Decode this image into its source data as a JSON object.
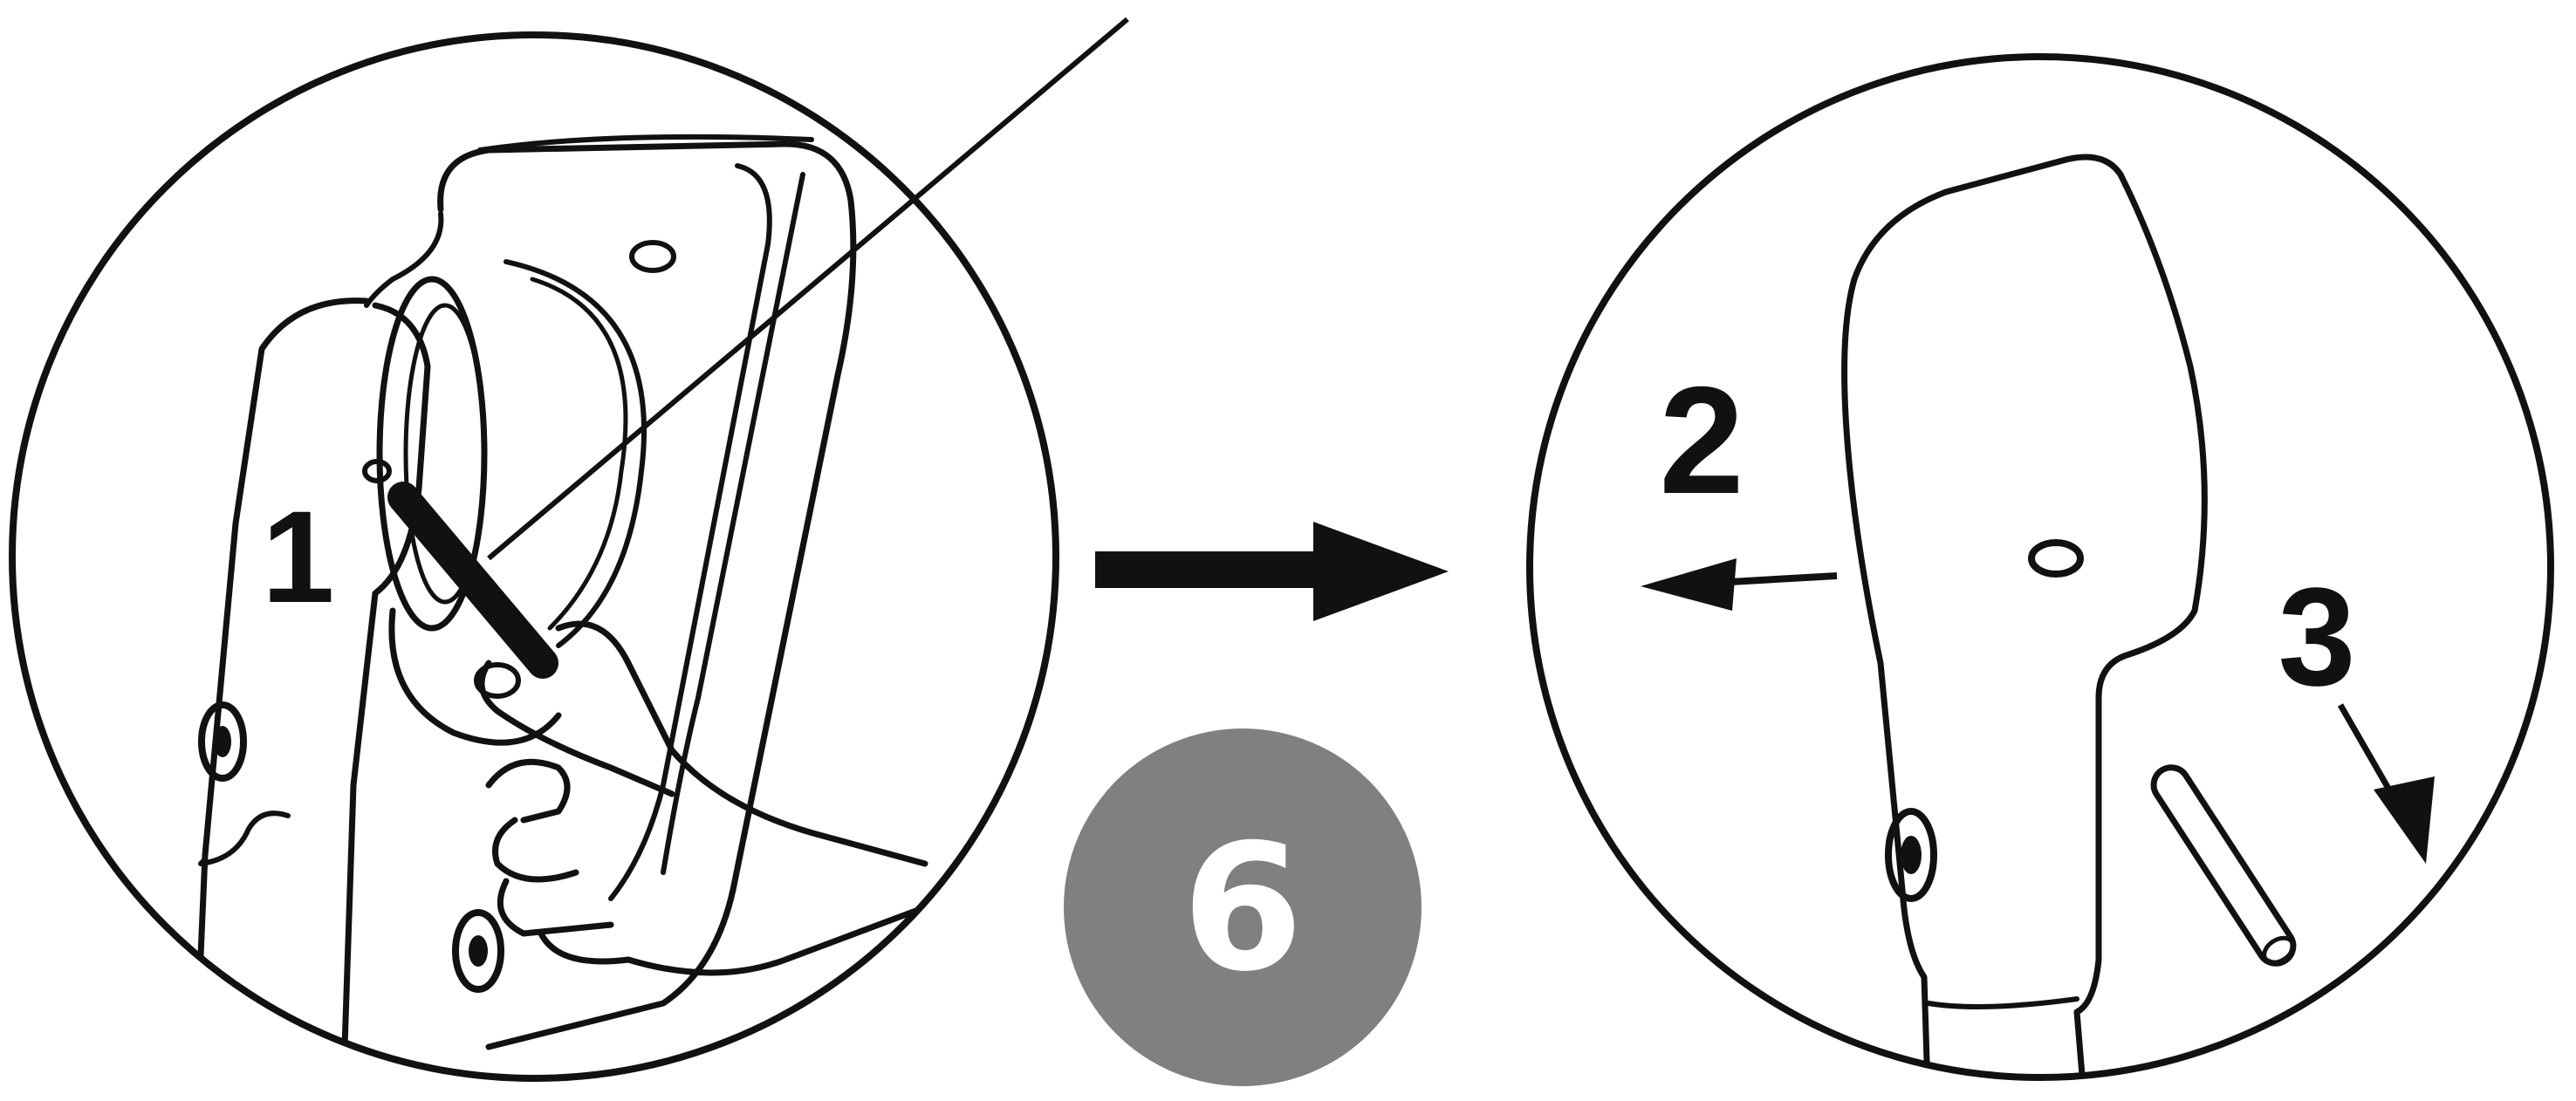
{
  "labels": {
    "step_1": "1",
    "step_2": "2",
    "step_3": "3"
  },
  "badge": {
    "number": "6",
    "color": "#808083"
  },
  "colors": {
    "ink": "#111111",
    "background": "#ffffff",
    "badge_text": "#ffffff"
  }
}
